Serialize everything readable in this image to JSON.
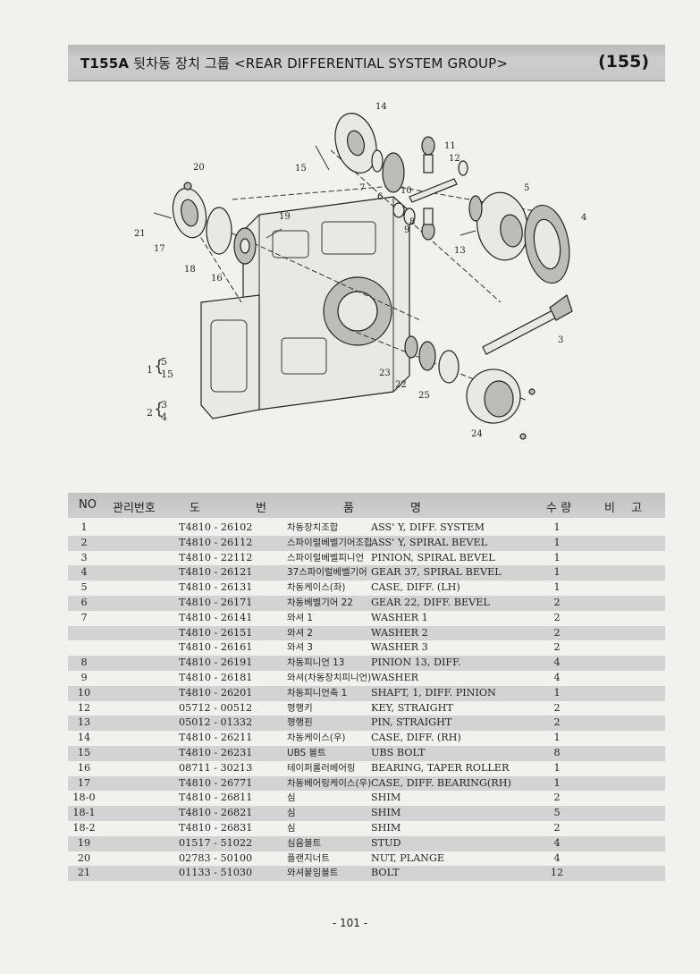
{
  "header": {
    "code": "T155A",
    "title_rest": "뒷차동 장치 그룹 <REAR DIFFERENTIAL SYSTEM GROUP>",
    "page_code": "(155)"
  },
  "diagram": {
    "callouts": [
      "14",
      "11",
      "15",
      "12",
      "7",
      "6",
      "10",
      "5",
      "20",
      "8",
      "9",
      "19",
      "21",
      "17",
      "13",
      "4",
      "18",
      "16",
      "3",
      "23",
      "22",
      "25",
      "24"
    ],
    "notes": [
      {
        "main": "1",
        "a": "5",
        "b": "15"
      },
      {
        "main": "2",
        "a": "3",
        "b": "4"
      }
    ]
  },
  "table": {
    "headers": {
      "no": "NO",
      "mgmt": "관리번호",
      "do": "도",
      "beon": "번",
      "pum": "품",
      "myeong": "명",
      "suryang": "수 량",
      "bigo": "비 고"
    },
    "rows": [
      {
        "no": "1",
        "code": "T4810 - 26102",
        "kr": "차동장치조합",
        "en": "ASS' Y, DIFF. SYSTEM",
        "qty": "1"
      },
      {
        "no": "2",
        "code": "T4810 - 26112",
        "kr": "스파이럴베벨기어조합",
        "en": "ASS' Y, SPIRAL BEVEL",
        "qty": "1"
      },
      {
        "no": "3",
        "code": "T4810 - 22112",
        "kr": "스파이럴베벨피니언",
        "en": "PINION, SPIRAL BEVEL",
        "qty": "1"
      },
      {
        "no": "4",
        "code": "T4810 - 26121",
        "kr": "37스파이럴베벨기어",
        "en": "GEAR 37, SPIRAL BEVEL",
        "qty": "1"
      },
      {
        "no": "5",
        "code": "T4810 - 26131",
        "kr": "차동케이스(좌)",
        "en": "CASE, DIFF. (LH)",
        "qty": "1"
      },
      {
        "no": "6",
        "code": "T4810 - 26171",
        "kr": "차동베벨기어 22",
        "en": "GEAR 22, DIFF. BEVEL",
        "qty": "2"
      },
      {
        "no": "7",
        "code": "T4810 - 26141",
        "kr": "와셔 1",
        "en": "WASHER 1",
        "qty": "2"
      },
      {
        "no": "",
        "code": "T4810 - 26151",
        "kr": "와셔 2",
        "en": "WASHER 2",
        "qty": "2"
      },
      {
        "no": "",
        "code": "T4810 - 26161",
        "kr": "와셔 3",
        "en": "WASHER 3",
        "qty": "2"
      },
      {
        "no": "8",
        "code": "T4810 - 26191",
        "kr": "차동피니언 13",
        "en": "PINION 13, DIFF.",
        "qty": "4"
      },
      {
        "no": "9",
        "code": "T4810 - 26181",
        "kr": "와셔(차동장치피니언)",
        "en": "WASHER",
        "qty": "4"
      },
      {
        "no": "10",
        "code": "T4810 - 26201",
        "kr": "차동피니언축 1",
        "en": "SHAFT, 1, DIFF. PINION",
        "qty": "1"
      },
      {
        "no": "12",
        "code": "05712 - 00512",
        "kr": "평행키",
        "en": "KEY, STRAIGHT",
        "qty": "2"
      },
      {
        "no": "13",
        "code": "05012 - 01332",
        "kr": "평행핀",
        "en": "PIN, STRAIGHT",
        "qty": "2"
      },
      {
        "no": "14",
        "code": "T4810 - 26211",
        "kr": "차동케이스(우)",
        "en": "CASE, DIFF. (RH)",
        "qty": "1"
      },
      {
        "no": "15",
        "code": "T4810 - 26231",
        "kr": "UBS 볼트",
        "en": "UBS BOLT",
        "qty": "8"
      },
      {
        "no": "16",
        "code": "08711 - 30213",
        "kr": "테이퍼롤러베어링",
        "en": "BEARING, TAPER ROLLER",
        "qty": "1"
      },
      {
        "no": "17",
        "code": "T4810 - 26771",
        "kr": "차동베어링케이스(우)",
        "en": "CASE, DIFF. BEARING(RH)",
        "qty": "1"
      },
      {
        "no": "18-0",
        "code": "T4810 - 26811",
        "kr": "심",
        "en": "SHIM",
        "qty": "2"
      },
      {
        "no": "18-1",
        "code": "T4810 - 26821",
        "kr": "심",
        "en": "SHIM",
        "qty": "5"
      },
      {
        "no": "18-2",
        "code": "T4810 - 26831",
        "kr": "심",
        "en": "SHIM",
        "qty": "2"
      },
      {
        "no": "19",
        "code": "01517 - 51022",
        "kr": "심음볼트",
        "en": "STUD",
        "qty": "4"
      },
      {
        "no": "20",
        "code": "02783 - 50100",
        "kr": "플랜지너트",
        "en": "NUT, PLANGE",
        "qty": "4"
      },
      {
        "no": "21",
        "code": "01133 - 51030",
        "kr": "와셔붙임볼트",
        "en": "BOLT",
        "qty": "12"
      }
    ]
  },
  "footer": {
    "page": "- 101 -"
  }
}
